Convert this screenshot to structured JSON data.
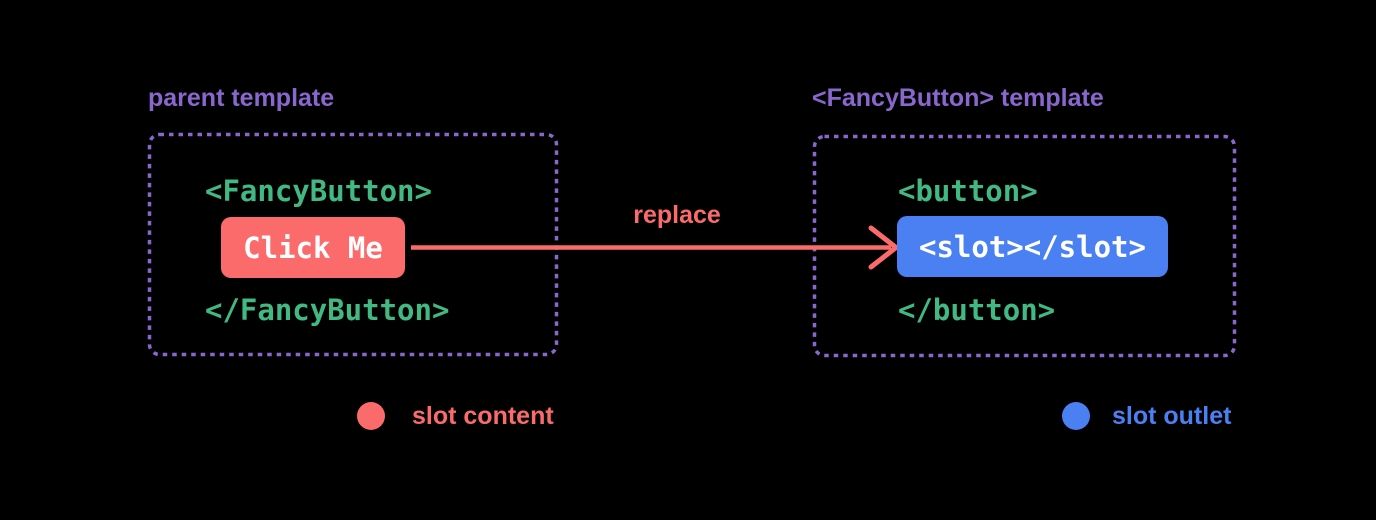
{
  "colors": {
    "background": "#000000",
    "purple": "#8a67cf",
    "green": "#42b883",
    "red": "#fb6b6b",
    "blue": "#4a80f2",
    "white": "#ffffff"
  },
  "left_panel": {
    "title": "parent template",
    "open_tag": "<FancyButton>",
    "button_label": "Click Me",
    "close_tag": "</FancyButton>"
  },
  "arrow": {
    "label": "replace"
  },
  "right_panel": {
    "title": "<FancyButton> template",
    "open_tag": "<button>",
    "slot_label": "<slot></slot>",
    "close_tag": "</button>"
  },
  "legend": [
    {
      "label": "slot content",
      "color": "#fb6b6b"
    },
    {
      "label": "slot outlet",
      "color": "#4a80f2"
    }
  ]
}
